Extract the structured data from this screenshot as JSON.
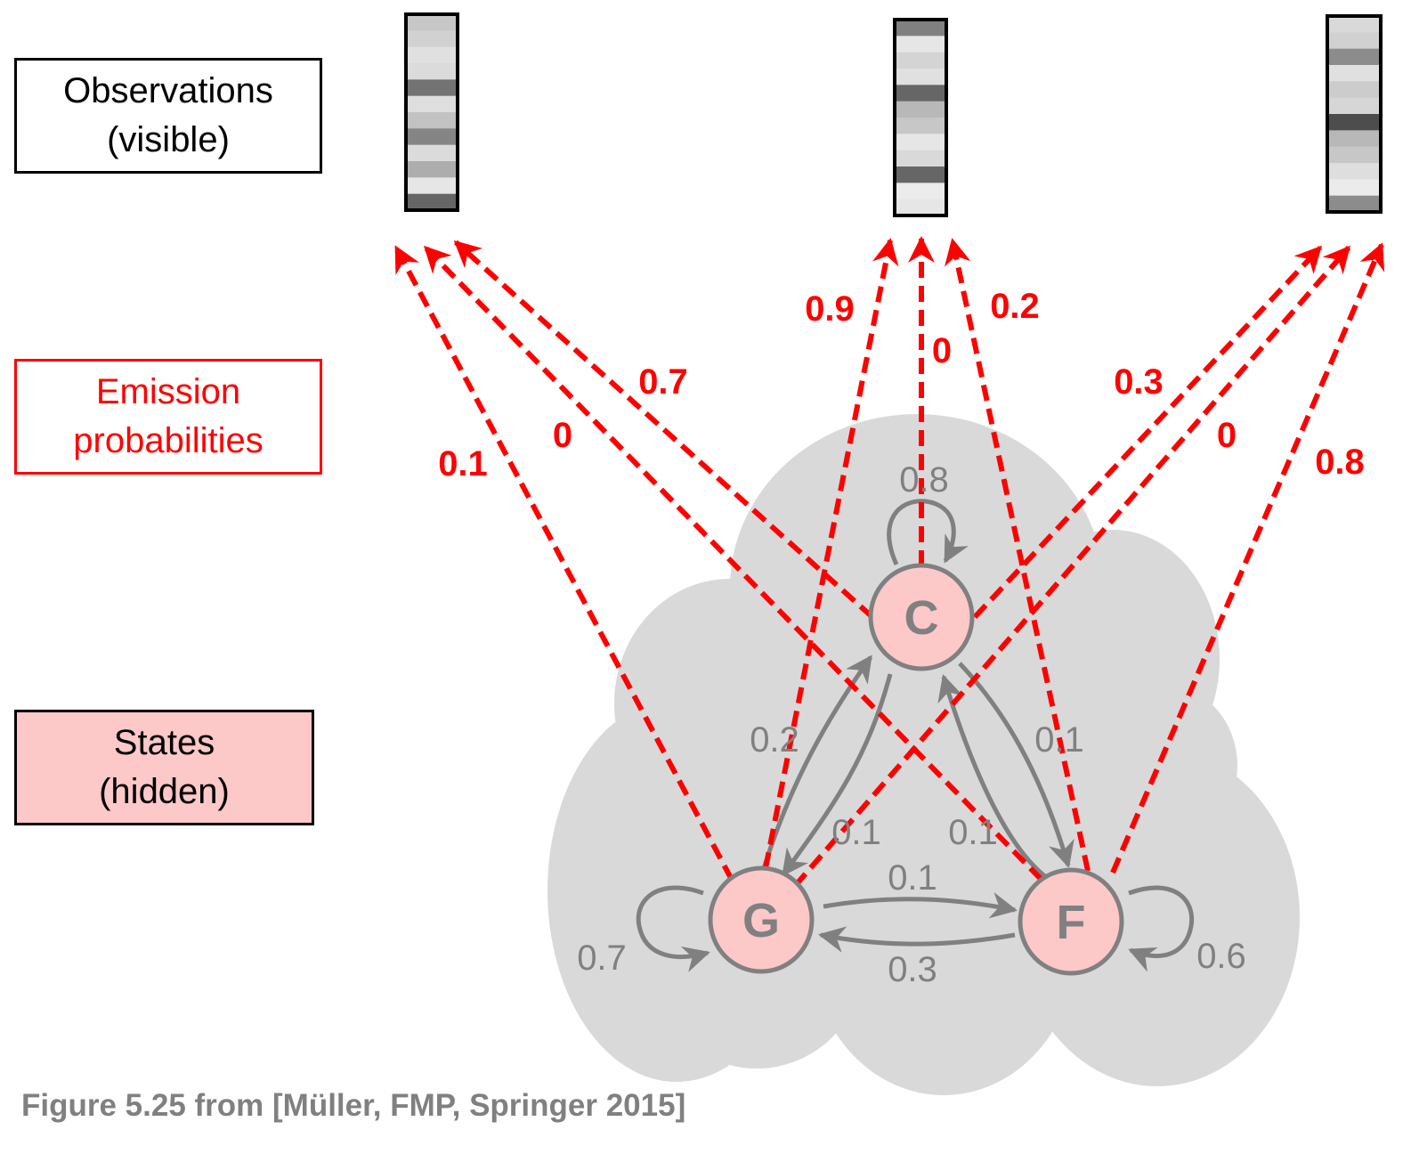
{
  "legend": {
    "observations": {
      "line1": "Observations",
      "line2": "(visible)"
    },
    "emission": {
      "line1": "Emission",
      "line2": "probabilities"
    },
    "states": {
      "line1": "States",
      "line2": "(hidden)"
    }
  },
  "colors": {
    "emission": "#ff0000",
    "transition": "#808080",
    "state_fill": "#fcc8c8",
    "cloud": "#d9d9d9"
  },
  "states": [
    {
      "id": "C",
      "label": "C"
    },
    {
      "id": "G",
      "label": "G"
    },
    {
      "id": "F",
      "label": "F"
    }
  ],
  "observations": [
    {
      "id": "obs1",
      "bins": [
        0.78,
        0.82,
        0.88,
        0.86,
        0.45,
        0.87,
        0.76,
        0.52,
        0.86,
        0.68,
        0.9,
        0.4
      ]
    },
    {
      "id": "obs2",
      "bins": [
        0.5,
        0.9,
        0.83,
        0.88,
        0.4,
        0.72,
        0.78,
        0.9,
        0.85,
        0.4,
        0.92,
        0.9
      ]
    },
    {
      "id": "obs3",
      "bins": [
        0.85,
        0.82,
        0.55,
        0.88,
        0.8,
        0.84,
        0.3,
        0.72,
        0.78,
        0.87,
        0.92,
        0.55
      ]
    }
  ],
  "transitions": [
    {
      "from": "C",
      "to": "C",
      "p": "0.8"
    },
    {
      "from": "G",
      "to": "G",
      "p": "0.7"
    },
    {
      "from": "F",
      "to": "F",
      "p": "0.6"
    },
    {
      "from": "G",
      "to": "C",
      "p": "0.2"
    },
    {
      "from": "C",
      "to": "G",
      "p": "0.1"
    },
    {
      "from": "C",
      "to": "F",
      "p": "0.1"
    },
    {
      "from": "F",
      "to": "C",
      "p": "0.1"
    },
    {
      "from": "G",
      "to": "F",
      "p": "0.1"
    },
    {
      "from": "F",
      "to": "G",
      "p": "0.3"
    }
  ],
  "emissions": [
    {
      "state": "G",
      "obs": "obs1",
      "p": "0.1"
    },
    {
      "state": "F",
      "obs": "obs1",
      "p": "0"
    },
    {
      "state": "C",
      "obs": "obs1",
      "p": "0.7"
    },
    {
      "state": "G",
      "obs": "obs2",
      "p": "0.9"
    },
    {
      "state": "C",
      "obs": "obs2",
      "p": "0"
    },
    {
      "state": "F",
      "obs": "obs2",
      "p": "0.2"
    },
    {
      "state": "C",
      "obs": "obs3",
      "p": "0.3"
    },
    {
      "state": "G",
      "obs": "obs3",
      "p": "0"
    },
    {
      "state": "F",
      "obs": "obs3",
      "p": "0.8"
    }
  ],
  "caption": "Figure 5.25 from [Müller, FMP, Springer 2015]"
}
